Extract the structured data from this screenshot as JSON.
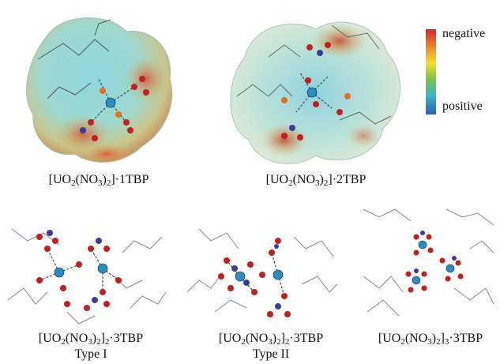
{
  "legend": {
    "top_label": "negative",
    "bottom_label": "positive"
  },
  "panels": [
    {
      "id": "p1",
      "formula_parts": [
        "[UO",
        "2",
        "(NO",
        "3",
        ")",
        "2",
        "]·1TBP"
      ]
    },
    {
      "id": "p2",
      "formula_parts": [
        "[UO",
        "2",
        "(NO",
        "3",
        ")",
        "2",
        "]·2TBP"
      ]
    },
    {
      "id": "p3",
      "formula_parts": [
        "[UO",
        "2",
        "(NO",
        "3",
        ")",
        "2",
        "]",
        "2",
        "·3TBP"
      ],
      "type_label": "Type I"
    },
    {
      "id": "p4",
      "formula_parts": [
        "[UO",
        "2",
        "(NO",
        "3",
        ")",
        "2",
        "]",
        "2",
        "·3TBP"
      ],
      "type_label": "Type II"
    },
    {
      "id": "p5",
      "formula_parts": [
        "[UO",
        "2",
        "(NO",
        "3",
        ")",
        "2",
        "]",
        "3",
        "·3TBP"
      ]
    }
  ]
}
